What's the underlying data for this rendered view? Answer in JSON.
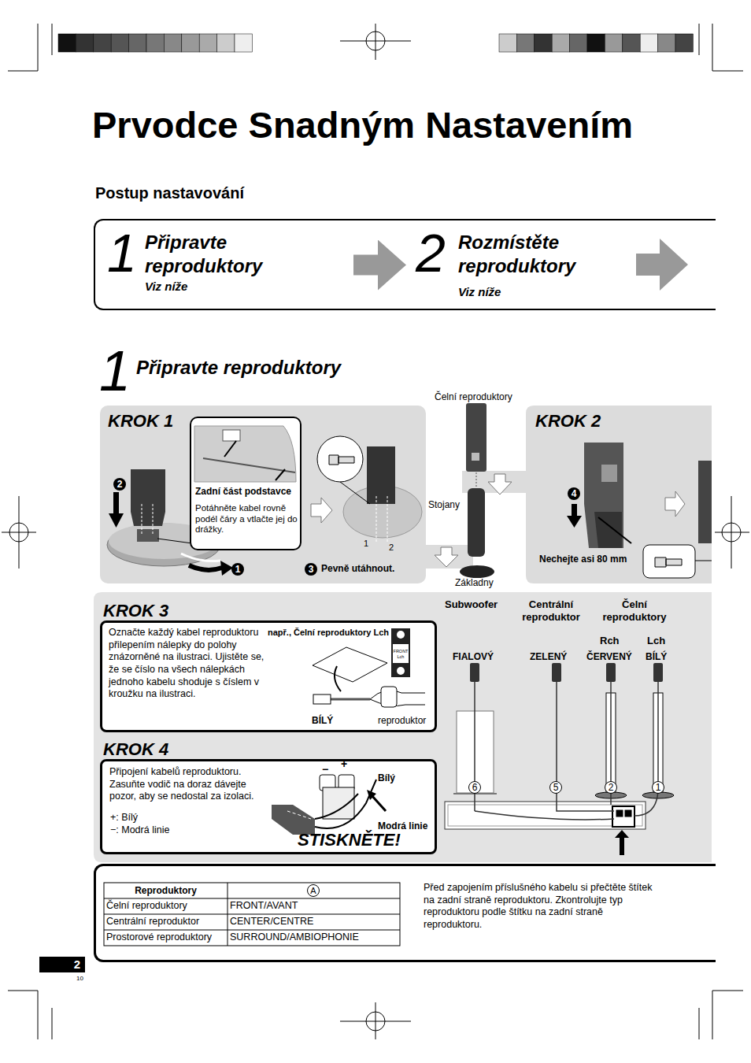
{
  "diagram": {
    "title": "Prvodce Snadným Nastavením",
    "nodes": [
      {
        "text": [
          "Postup nastavování"
        ]
      },
      {
        "text": [
          "1",
          "Připravte reproduktory",
          "Viz níže"
        ],
        "in": 0
      },
      {
        "text": [
          "2",
          "Rozmístěte reproduktory",
          "Viz níže"
        ],
        "in": 0
      },
      {
        "text": [
          "KROK 1"
        ]
      },
      {
        "text": [
          "Zadní část podstavce",
          "Potáhněte kabel rovně podél čáry a vtlačte jej do drážky."
        ],
        "in": 3
      },
      {
        "text": [
          "KROK 2"
        ]
      },
      {
        "text": [
          "KROK 3",
          "Označte každý kabel reproduktoru přilepením nálepky do polohy znázorněné na ilustraci. Ujistěte se, že se číslo na všech nálepkách jednoho kabelu shoduje s číslem v kroužku na ilustraci."
        ]
      },
      {
        "text": [
          "KROK 4",
          "Připojení kabelů reproduktoru. Zasuňte vodič na doraz dávejte pozor, aby se nedostal za izolaci.",
          "+: Bílý",
          "−: Modrá linie",
          "STISKNĚTE!"
        ]
      },
      {
        "text": [
          "Před zapojením příslušného kabelu si přečtěte štítek na zadní straně reproduktoru. Zkontrolujte typ reproduktoru podle štítku na zadní straně reproduktoru."
        ]
      }
    ],
    "edges": [
      {
        "from": 1,
        "to": 2,
        "arrow": "to"
      }
    ],
    "labels": [
      "1",
      "Připravte reproduktory",
      "Čelní reproduktory",
      "2",
      "1",
      "Stojany",
      "1",
      "2",
      "3",
      "Pevně utáhnout.",
      "Základny",
      "4",
      "Nechejte asi 80 mm",
      "např., Čelní reproduktory Lch",
      "FRONT Lch",
      "BÍLÝ",
      "reproduktor",
      "−",
      "+",
      "Bílý",
      "Modrá linie",
      "Subwoofer",
      "Centrální reproduktor",
      "Čelní reproduktory",
      "Rch",
      "Lch",
      "FIALOVÝ",
      "ZELENÝ",
      "ČERVENÝ",
      "BÍLÝ",
      "6",
      "5",
      "2",
      "1",
      "Reproduktory",
      "A",
      "Čelní reproduktory",
      "FRONT/AVANT",
      "Centrální reproduktor",
      "CENTER/CENTRE",
      "Prostorové reproduktory",
      "SURROUND/AMBIOPHONIE",
      "2",
      "10"
    ]
  }
}
